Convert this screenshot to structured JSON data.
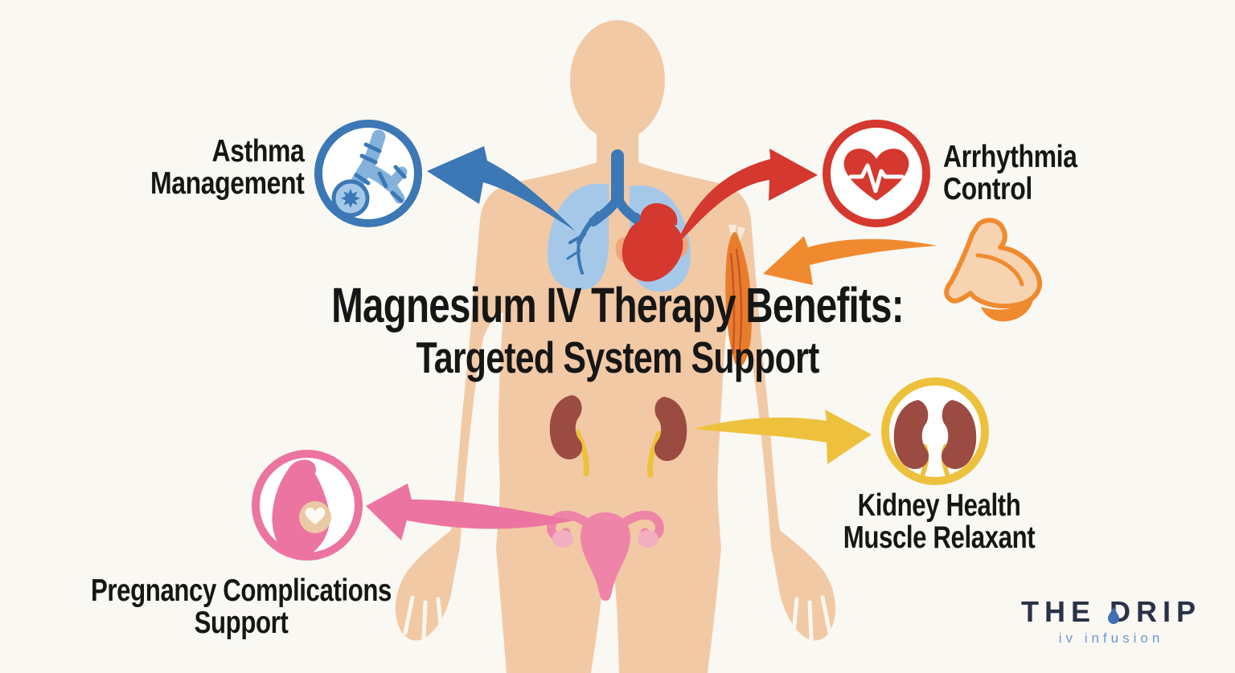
{
  "title": {
    "line1": "Magnesium IV Therapy Benefits:",
    "line2": "Targeted System Support"
  },
  "benefits": [
    {
      "name": "asthma-management",
      "label": [
        "Asthma",
        "Management"
      ],
      "icon": "bronchi-airway-icon",
      "accent": "#3B78B5",
      "position": "top-left"
    },
    {
      "name": "arrhythmia-control",
      "label": [
        "Arrhythmia",
        "Control"
      ],
      "icon": "heart-ekg-icon",
      "accent": "#D5382E",
      "position": "top-right"
    },
    {
      "name": "muscle-support",
      "label": [],
      "icon": "flexed-bicep-icon",
      "accent": "#F08A2F",
      "position": "middle-right"
    },
    {
      "name": "kidney-health-muscle-relaxant",
      "label": [
        "Kidney Health",
        "Muscle Relaxant"
      ],
      "icon": "kidneys-icon",
      "accent": "#EDC13C",
      "position": "lower-right"
    },
    {
      "name": "pregnancy-complications-support",
      "label": [
        "Pregnancy Complications",
        "Support"
      ],
      "icon": "pregnant-woman-icon",
      "accent": "#EC74A0",
      "position": "bottom-left"
    }
  ],
  "logo": {
    "title": "THE DRIP",
    "subtitle": "iv infusion"
  },
  "colors": {
    "bg": "#FAF8F3",
    "ink": "#161616",
    "skin": "#F2C9A5",
    "skinlight": "#F6D4B2",
    "blue": "#3B78B5",
    "lightblue": "#A6C8E8",
    "tubeblue": "#85B2DB",
    "red": "#D5382E",
    "orange": "#F08A2F",
    "muscle": "#E87E2C",
    "musclestripe": "#C7552A",
    "yellow": "#EDC13C",
    "maroon": "#9C4B42",
    "pink": "#EC74A0",
    "pinklight": "#F3AFC2",
    "uteruspink": "#EE85A8",
    "belly": "#EBC9A4",
    "peach": "#F0A57B",
    "navy": "#2A3247",
    "logoblue": "#6C95CC",
    "drop": "#3F71B3"
  }
}
